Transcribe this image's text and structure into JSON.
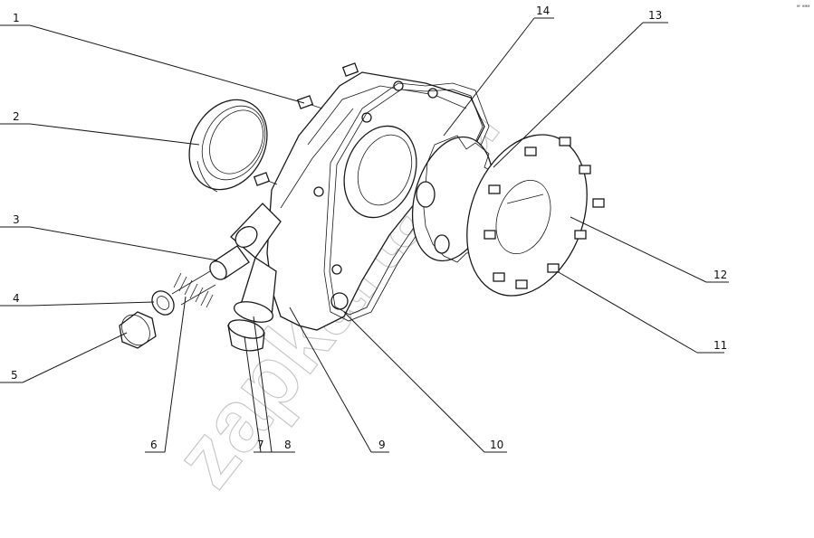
{
  "corner_mark": "м- нмм",
  "watermark": "zapkarta.ru",
  "callouts": [
    {
      "id": "1",
      "label": "1"
    },
    {
      "id": "2",
      "label": "2"
    },
    {
      "id": "3",
      "label": "3"
    },
    {
      "id": "4",
      "label": "4"
    },
    {
      "id": "5",
      "label": "5"
    },
    {
      "id": "6",
      "label": "6"
    },
    {
      "id": "7",
      "label": "7"
    },
    {
      "id": "8",
      "label": "8"
    },
    {
      "id": "9",
      "label": "9"
    },
    {
      "id": "10",
      "label": "10"
    },
    {
      "id": "11",
      "label": "11"
    },
    {
      "id": "12",
      "label": "12"
    },
    {
      "id": "13",
      "label": "13"
    },
    {
      "id": "14",
      "label": "14"
    }
  ]
}
